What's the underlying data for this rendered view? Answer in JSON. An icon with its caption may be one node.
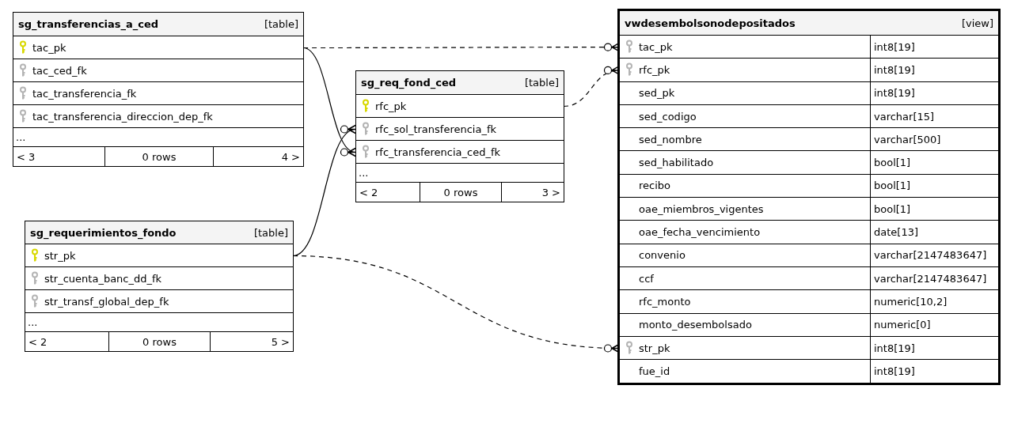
{
  "diagram": {
    "nodes": [
      {
        "text": [
          "sg_transferencias_a_ced",
          "[table]"
        ]
      },
      {
        "text": [
          "tac_pk"
        ],
        "in": 0
      },
      {
        "text": [
          "tac_ced_fk"
        ],
        "in": 0
      },
      {
        "text": [
          "tac_transferencia_fk"
        ],
        "in": 0
      },
      {
        "text": [
          "tac_transferencia_direccion_dep_fk"
        ],
        "in": 0
      },
      {
        "text": [
          "..."
        ],
        "in": 0
      },
      {
        "text": [
          "< 3",
          "0 rows",
          "4 >"
        ],
        "in": 0
      },
      {
        "text": [
          "sg_req_fond_ced",
          "[table]"
        ]
      },
      {
        "text": [
          "rfc_pk"
        ],
        "in": 7
      },
      {
        "text": [
          "rfc_sol_transferencia_fk"
        ],
        "in": 7
      },
      {
        "text": [
          "rfc_transferencia_ced_fk"
        ],
        "in": 7
      },
      {
        "text": [
          "..."
        ],
        "in": 7
      },
      {
        "text": [
          "< 2",
          "0 rows",
          "3 >"
        ],
        "in": 7
      },
      {
        "text": [
          "sg_requerimientos_fondo",
          "[table]"
        ]
      },
      {
        "text": [
          "str_pk"
        ],
        "in": 13
      },
      {
        "text": [
          "str_cuenta_banc_dd_fk"
        ],
        "in": 13
      },
      {
        "text": [
          "str_transf_global_dep_fk"
        ],
        "in": 13
      },
      {
        "text": [
          "..."
        ],
        "in": 13
      },
      {
        "text": [
          "< 2",
          "0 rows",
          "5 >"
        ],
        "in": 13
      },
      {
        "text": [
          "vwdesembolsonodepositados",
          "[view]"
        ]
      },
      {
        "text": [
          "tac_pk",
          "int8[19]"
        ],
        "in": 19
      },
      {
        "text": [
          "rfc_pk",
          "int8[19]"
        ],
        "in": 19
      },
      {
        "text": [
          "sed_pk",
          "int8[19]"
        ],
        "in": 19
      },
      {
        "text": [
          "sed_codigo",
          "varchar[15]"
        ],
        "in": 19
      },
      {
        "text": [
          "sed_nombre",
          "varchar[500]"
        ],
        "in": 19
      },
      {
        "text": [
          "sed_habilitado",
          "bool[1]"
        ],
        "in": 19
      },
      {
        "text": [
          "recibo",
          "bool[1]"
        ],
        "in": 19
      },
      {
        "text": [
          "oae_miembros_vigentes",
          "bool[1]"
        ],
        "in": 19
      },
      {
        "text": [
          "oae_fecha_vencimiento",
          "date[13]"
        ],
        "in": 19
      },
      {
        "text": [
          "convenio",
          "varchar[2147483647]"
        ],
        "in": 19
      },
      {
        "text": [
          "ccf",
          "varchar[2147483647]"
        ],
        "in": 19
      },
      {
        "text": [
          "rfc_monto",
          "numeric[10,2]"
        ],
        "in": 19
      },
      {
        "text": [
          "monto_desembolsado",
          "numeric[0]"
        ],
        "in": 19
      },
      {
        "text": [
          "str_pk",
          "int8[19]"
        ],
        "in": 19
      },
      {
        "text": [
          "fue_id",
          "int8[19]"
        ],
        "in": 19
      }
    ],
    "edges": [
      {
        "from": 1,
        "to": 20,
        "arrow": "other",
        "style": "dashed"
      },
      {
        "from": 1,
        "to": 10,
        "arrow": "other"
      },
      {
        "from": 14,
        "to": 9,
        "arrow": "other"
      },
      {
        "from": 8,
        "to": 21,
        "arrow": "other",
        "style": "dashed"
      },
      {
        "from": 14,
        "to": 33,
        "arrow": "other",
        "style": "dashed"
      }
    ]
  }
}
